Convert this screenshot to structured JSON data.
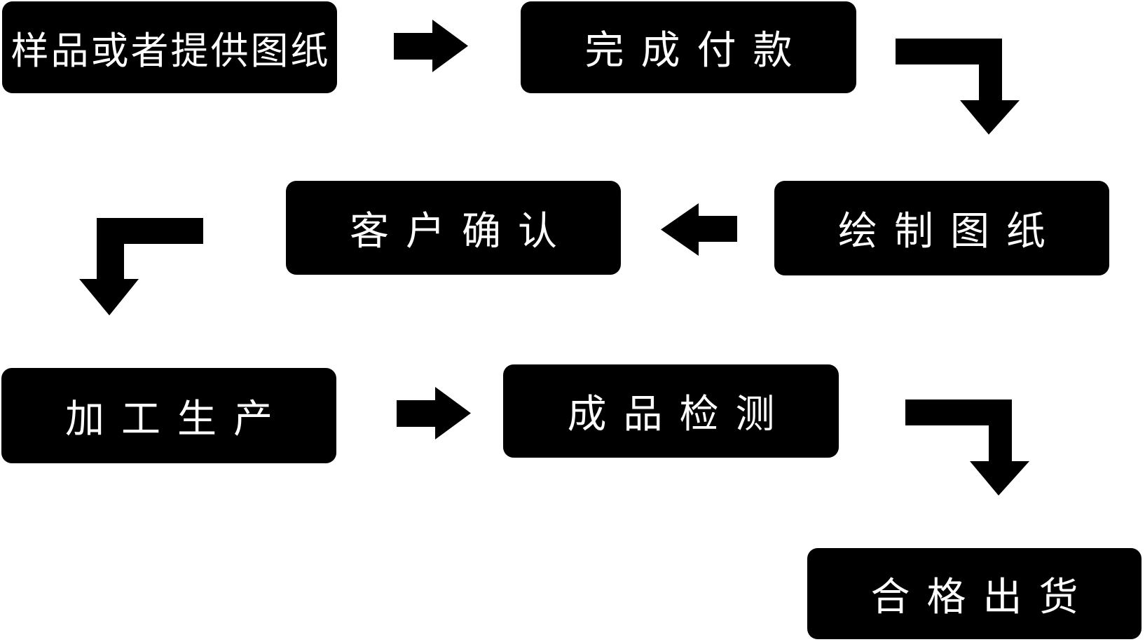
{
  "steps": [
    {
      "label": "样品或者提供图纸"
    },
    {
      "label": "完成付款"
    },
    {
      "label": "绘制图纸"
    },
    {
      "label": "客户确认"
    },
    {
      "label": "加工生产"
    },
    {
      "label": "成品检测"
    },
    {
      "label": "合格出货"
    }
  ],
  "connections": [
    {
      "from": "样品或者提供图纸",
      "to": "完成付款",
      "shape": "straight-arrow-right"
    },
    {
      "from": "完成付款",
      "to": "绘制图纸",
      "shape": "elbow-arrow-down-right"
    },
    {
      "from": "绘制图纸",
      "to": "客户确认",
      "shape": "straight-arrow-left"
    },
    {
      "from": "客户确认",
      "to": "加工生产",
      "shape": "elbow-arrow-down-left"
    },
    {
      "from": "加工生产",
      "to": "成品检测",
      "shape": "straight-arrow-right"
    },
    {
      "from": "成品检测",
      "to": "合格出货",
      "shape": "elbow-arrow-down-right"
    }
  ],
  "colors": {
    "box_fill": "#000000",
    "box_text": "#ffffff",
    "arrow_fill": "#000000",
    "background": "#ffffff"
  }
}
